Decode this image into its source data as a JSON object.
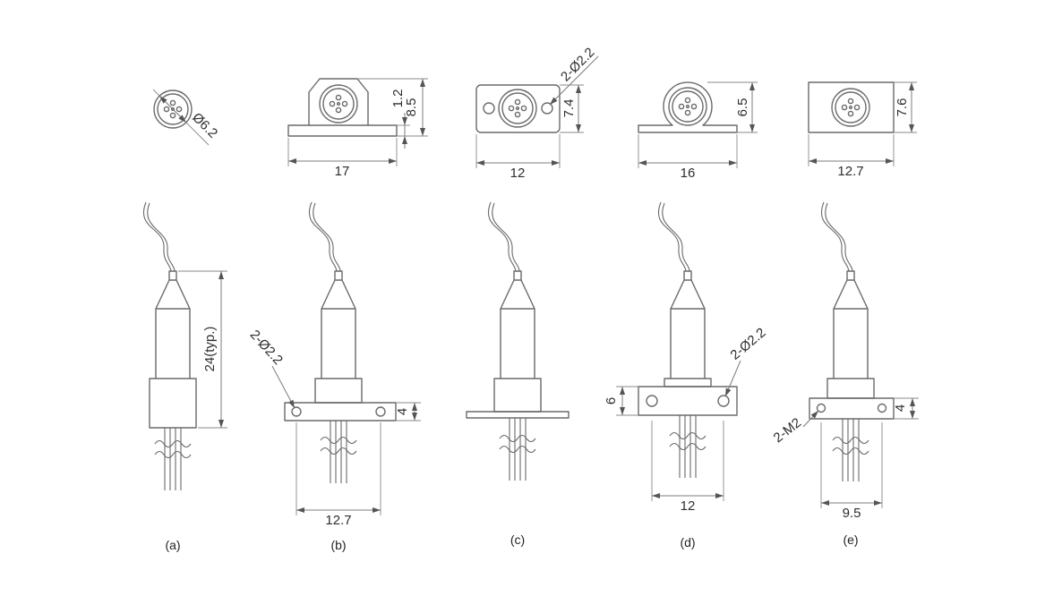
{
  "figure": {
    "background_color": "#ffffff",
    "line_color": "#6a6a6a",
    "dimension_text_color": "#2e2e2e"
  },
  "variants": [
    {
      "label": "(a)",
      "dims": {
        "can_diameter": "Ø6.2",
        "body_length": "24(typ.)"
      }
    },
    {
      "label": "(b)",
      "dims": {
        "base_width": "17",
        "step_height": "1.2",
        "overall_height": "8.5",
        "mounting_holes": "2-Ø2.2",
        "flange_thickness": "4",
        "hole_spacing": "12.7"
      }
    },
    {
      "label": "(c)",
      "dims": {
        "mounting_holes": "2-Ø2.2",
        "width": "12",
        "height": "7.4"
      }
    },
    {
      "label": "(d)",
      "dims": {
        "base_width": "16",
        "overall_height": "6.5",
        "flange_height": "6",
        "mounting_holes": "2-Ø2.2",
        "hole_spacing": "12"
      }
    },
    {
      "label": "(e)",
      "dims": {
        "width": "12.7",
        "height": "7.6",
        "mounting_holes": "2-M2",
        "flange_thickness": "4",
        "lead_spacing": "9.5"
      }
    }
  ]
}
